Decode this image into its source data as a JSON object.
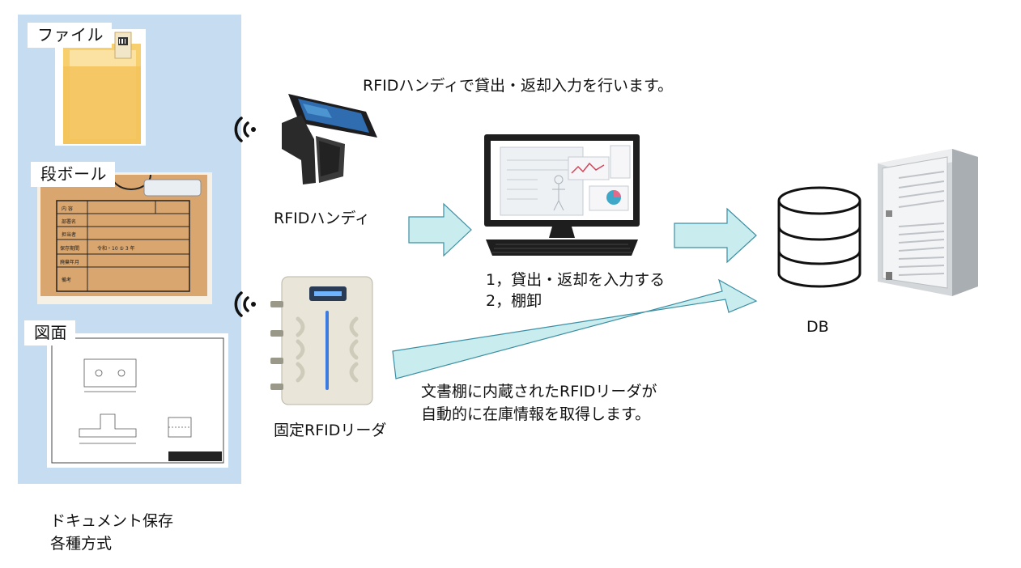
{
  "storage": {
    "file_label": "ファイル",
    "box_label": "段ボール",
    "drawing_label": "図面",
    "caption_line1": "ドキュメント保存",
    "caption_line2": "各種方式"
  },
  "handy": {
    "description": "RFIDハンディで貸出・返却入力を行います。",
    "label": "RFIDハンディ"
  },
  "fixed_reader": {
    "label": "固定RFIDリーダ",
    "description_line1": "文書棚に内蔵されたRFIDリーダが",
    "description_line2": "自動的に在庫情報を取得します。"
  },
  "pc": {
    "step1": "1，貸出・返却を入力する",
    "step2": "2，棚卸"
  },
  "db": {
    "label": "DB"
  },
  "box_label_card": {
    "rows": [
      "内 容",
      "部署名",
      "担当者",
      "保存期間",
      "廃棄年月",
      "備考"
    ],
    "period_value": "令和・10 ⑤ 3 年"
  },
  "colors": {
    "panel": "#c5dcf1",
    "arrow_fill": "#c9ecef",
    "arrow_stroke": "#3b8fa3",
    "cardboard": "#d9a66f",
    "folder": "#f7cf6c"
  }
}
